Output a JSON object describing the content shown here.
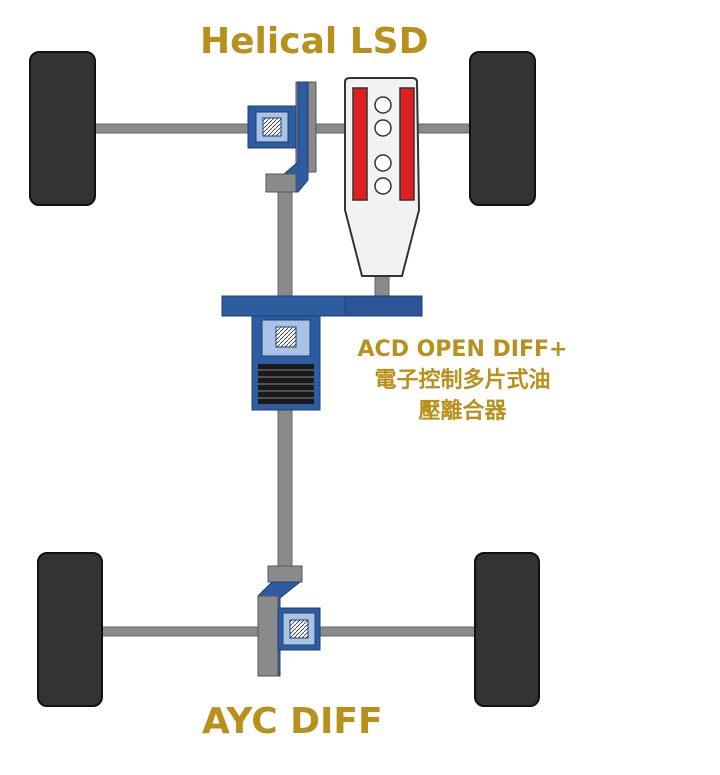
{
  "labels": {
    "front_diff": "Helical LSD",
    "center_diff_line1": "ACD OPEN DIFF+",
    "center_diff_line2": "電子控制多片式油",
    "center_diff_line3": "壓離合器",
    "rear_diff": "AYC DIFF"
  },
  "colors": {
    "label_gold": "#B8901C",
    "tire": "#333333",
    "shaft_gray": "#8A8A8A",
    "diff_blue": "#2E5CA0",
    "gear_light_blue": "#A9C3E4",
    "engine_red": "#E02020",
    "engine_body": "#F2F2F2",
    "clutch_black": "#1A1A1A"
  },
  "icons": [
    "wheel-icon",
    "engine-icon",
    "gear-icon",
    "clutch-pack-icon"
  ]
}
